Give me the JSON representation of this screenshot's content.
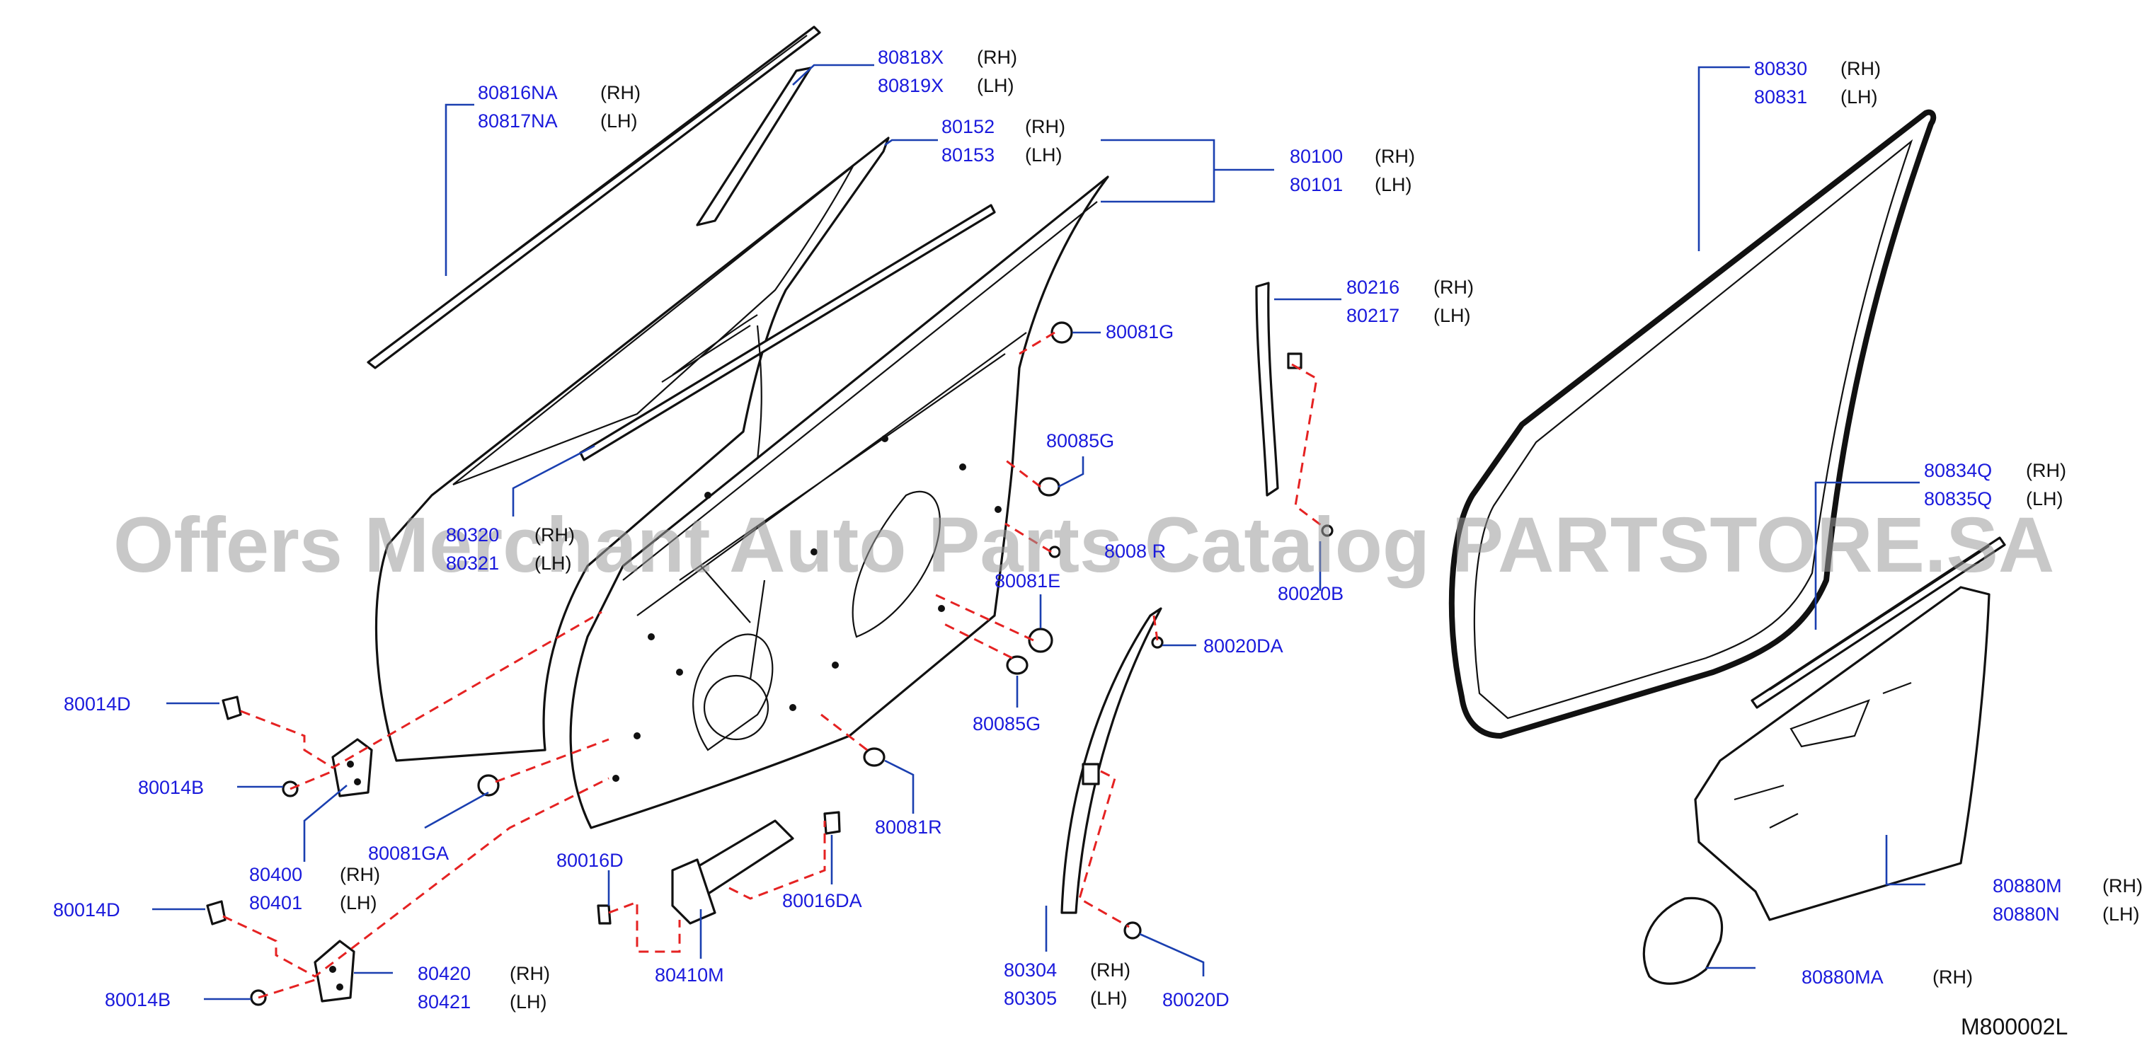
{
  "diagram": {
    "catalog_code": "M800002L",
    "watermark": "Offers Merchant Auto Parts Catalog PARTSTORE.SA",
    "callouts": {
      "glass_run_upper": {
        "rh": "80816NA",
        "lh": "80817NA",
        "rh_tag": "(RH)",
        "lh_tag": "(LH)"
      },
      "sash_cover": {
        "rh": "80818X",
        "lh": "80819X",
        "rh_tag": "(RH)",
        "lh_tag": "(LH)"
      },
      "door_frame": {
        "rh": "80152",
        "lh": "80153",
        "rh_tag": "(RH)",
        "lh_tag": "(LH)"
      },
      "door_panel": {
        "rh": "80100",
        "lh": "80101",
        "rh_tag": "(RH)",
        "lh_tag": "(LH)"
      },
      "outside_moulding": {
        "rh": "80320",
        "lh": "80321",
        "rh_tag": "(RH)",
        "lh_tag": "(LH)"
      },
      "rear_sash": {
        "rh": "80216",
        "lh": "80217",
        "rh_tag": "(RH)",
        "lh_tag": "(LH)"
      },
      "weatherstrip": {
        "rh": "80830",
        "lh": "80831",
        "rh_tag": "(RH)",
        "lh_tag": "(LH)"
      },
      "inner_weatherstrip": {
        "rh": "80834Q",
        "lh": "80835Q",
        "rh_tag": "(RH)",
        "lh_tag": "(LH)"
      },
      "front_sash": {
        "rh": "80304",
        "lh": "80305",
        "rh_tag": "(RH)",
        "lh_tag": "(LH)"
      },
      "upper_hinge": {
        "rh": "80400",
        "lh": "80401",
        "rh_tag": "(RH)",
        "lh_tag": "(LH)"
      },
      "lower_hinge": {
        "rh": "80420",
        "lh": "80421",
        "rh_tag": "(RH)",
        "lh_tag": "(LH)"
      },
      "sealing_screen": {
        "rh": "80880M",
        "lh": "80880N",
        "rh_tag": "(RH)",
        "lh_tag": "(LH)"
      },
      "sealing_screen_small": {
        "rh": "80880MA",
        "rh_tag": "(RH)"
      },
      "single": {
        "grommet_g": "80081G",
        "plug_85g_upper": "80085G",
        "plug_81r_partial": "8008 R",
        "clip_20b": "80020B",
        "grommet_e": "80081E",
        "clip_20da": "80020DA",
        "plug_85g_lower": "80085G",
        "plug_81r": "80081R",
        "grommet_ga": "80081GA",
        "bolt_14d_upper": "80014D",
        "bolt_14b_upper": "80014B",
        "bolt_14d_lower": "80014D",
        "bolt_14b_lower": "80014B",
        "bolt_16d": "80016D",
        "bolt_16da": "80016DA",
        "check_link": "80410M",
        "clip_20d": "80020D"
      }
    }
  }
}
